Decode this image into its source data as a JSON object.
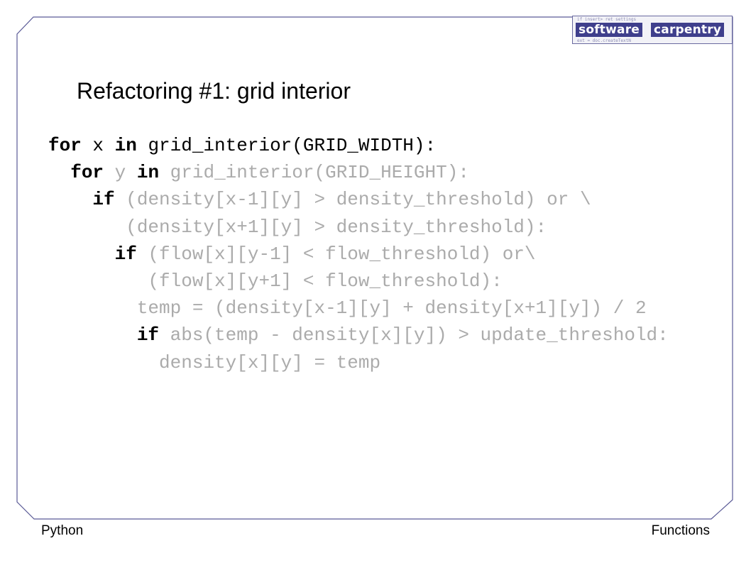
{
  "logo": {
    "word_1": "software",
    "word_2": "carpentry",
    "background_text_1": "if insert> ret settings",
    "background_text_2": "ext = doc.createTextN"
  },
  "slide": {
    "title": "Refactoring #1: grid interior"
  },
  "code": {
    "lines": [
      {
        "indent": "",
        "tokens": [
          {
            "t": "kw",
            "v": "for"
          },
          {
            "t": "plain",
            "v": " x "
          },
          {
            "t": "kw",
            "v": "in"
          },
          {
            "t": "plain",
            "v": " grid_interior(GRID_WIDTH):"
          }
        ]
      },
      {
        "indent": "  ",
        "tokens": [
          {
            "t": "kw",
            "v": "for"
          },
          {
            "t": "plain",
            "v": " y "
          },
          {
            "t": "kw",
            "v": "in"
          },
          {
            "t": "plain",
            "v": " grid_interior(GRID_HEIGHT):"
          }
        ]
      },
      {
        "indent": "    ",
        "tokens": [
          {
            "t": "kw",
            "v": "if"
          },
          {
            "t": "plain",
            "v": " (density[x-1][y] > density_threshold) or \\"
          }
        ]
      },
      {
        "indent": "       ",
        "tokens": [
          {
            "t": "plain",
            "v": "(density[x+1][y] > density_threshold):"
          }
        ]
      },
      {
        "indent": "      ",
        "tokens": [
          {
            "t": "kw",
            "v": "if"
          },
          {
            "t": "plain",
            "v": " (flow[x][y-1] < flow_threshold) or\\"
          }
        ]
      },
      {
        "indent": "         ",
        "tokens": [
          {
            "t": "plain",
            "v": "(flow[x][y+1] < flow_threshold):"
          }
        ]
      },
      {
        "indent": "        ",
        "tokens": [
          {
            "t": "plain",
            "v": "temp = (density[x-1][y] + density[x+1][y]) / 2"
          }
        ]
      },
      {
        "indent": "        ",
        "tokens": [
          {
            "t": "kw",
            "v": "if"
          },
          {
            "t": "plain",
            "v": " abs(temp - density[x][y]) > update_threshold:"
          }
        ]
      },
      {
        "indent": "          ",
        "tokens": [
          {
            "t": "plain",
            "v": "density[x][y] = temp"
          }
        ]
      }
    ]
  },
  "footer": {
    "left": "Python",
    "right": "Functions"
  },
  "colors": {
    "frame": "#5a5a96",
    "logo_accent": "#3f3f8c",
    "code_keyword": "#000000",
    "code_dimmed": "#ababab"
  }
}
